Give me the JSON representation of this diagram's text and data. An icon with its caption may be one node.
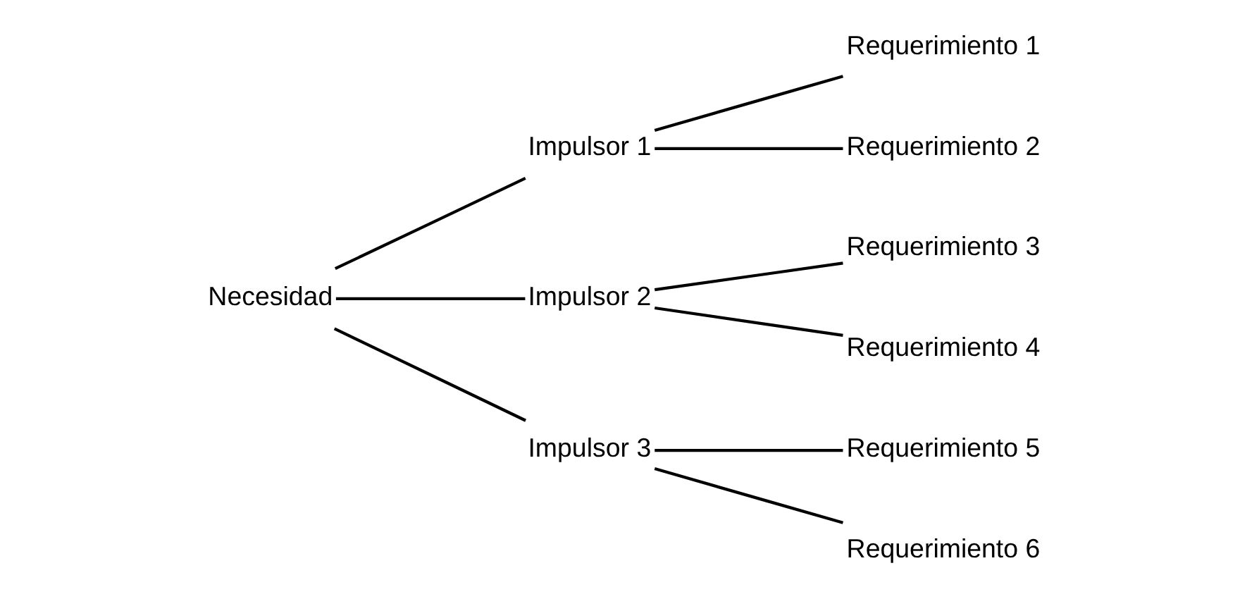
{
  "diagram": {
    "nodes": [
      {
        "text": [
          "Necesidad"
        ]
      },
      {
        "text": [
          "Impulsor 1"
        ]
      },
      {
        "text": [
          "Impulsor 2"
        ]
      },
      {
        "text": [
          "Impulsor 3"
        ]
      },
      {
        "text": [
          "Requerimiento 1"
        ]
      },
      {
        "text": [
          "Requerimiento 2"
        ]
      },
      {
        "text": [
          "Requerimiento 3"
        ]
      },
      {
        "text": [
          "Requerimiento 4"
        ]
      },
      {
        "text": [
          "Requerimiento 5"
        ]
      },
      {
        "text": [
          "Requerimiento 6"
        ]
      }
    ],
    "edges": [
      {
        "from": 0,
        "to": 1,
        "arrow": "none"
      },
      {
        "from": 0,
        "to": 2,
        "arrow": "none"
      },
      {
        "from": 0,
        "to": 3,
        "arrow": "none"
      },
      {
        "from": 1,
        "to": 4,
        "arrow": "none"
      },
      {
        "from": 1,
        "to": 5,
        "arrow": "none"
      },
      {
        "from": 2,
        "to": 6,
        "arrow": "none"
      },
      {
        "from": 2,
        "to": 7,
        "arrow": "none"
      },
      {
        "from": 3,
        "to": 8,
        "arrow": "none"
      },
      {
        "from": 3,
        "to": 9,
        "arrow": "none"
      }
    ]
  }
}
